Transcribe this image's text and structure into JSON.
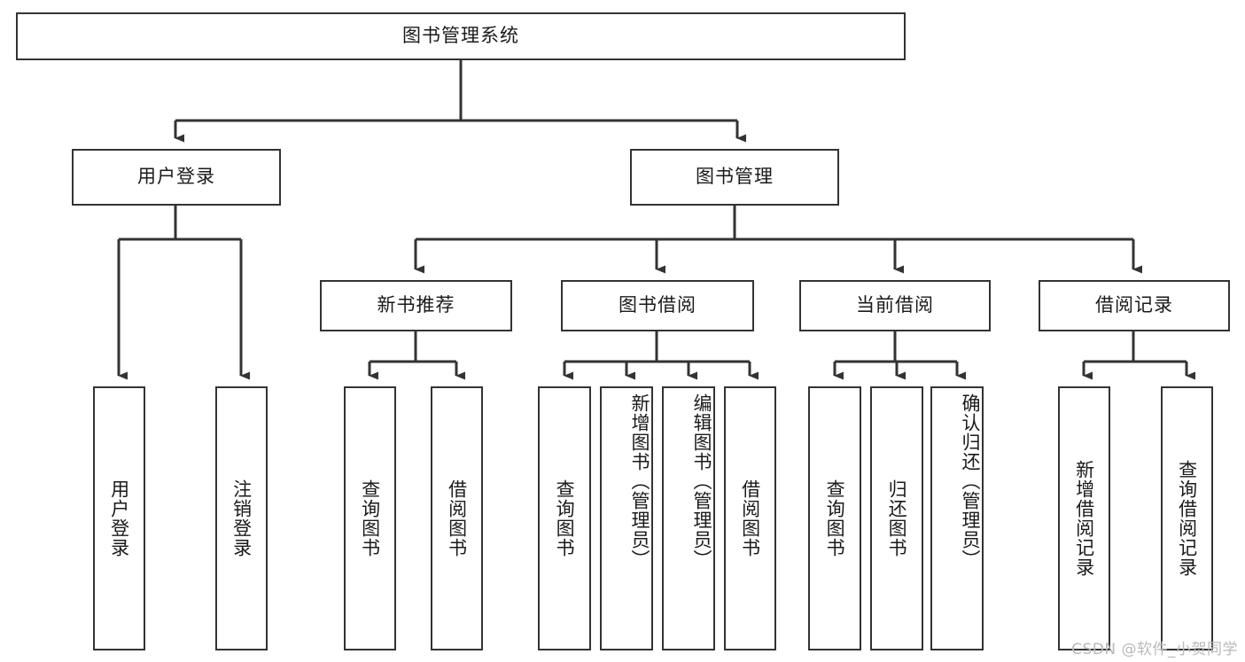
{
  "diagram": {
    "title": "图书管理系统",
    "type": "tree",
    "root": {
      "id": "root",
      "label": "图书管理系统"
    },
    "level2": [
      {
        "id": "user-login",
        "label": "用户登录"
      },
      {
        "id": "book-manage",
        "label": "图书管理"
      }
    ],
    "level3": [
      {
        "id": "new-book-recommend",
        "label": "新书推荐"
      },
      {
        "id": "book-borrow",
        "label": "图书借阅"
      },
      {
        "id": "current-borrow",
        "label": "当前借阅"
      },
      {
        "id": "borrow-record",
        "label": "借阅记录"
      }
    ],
    "leaves": {
      "user-login": [
        {
          "id": "leaf-user-login",
          "label": "用户登录"
        },
        {
          "id": "leaf-user-logout",
          "label": "注销登录"
        }
      ],
      "new-book-recommend": [
        {
          "id": "leaf-query-book-1",
          "label": "查询图书"
        },
        {
          "id": "leaf-borrow-book-1",
          "label": "借阅图书"
        }
      ],
      "book-borrow": [
        {
          "id": "leaf-query-book-2",
          "label": "查询图书"
        },
        {
          "id": "leaf-add-book",
          "label": "新增图书（管理员）"
        },
        {
          "id": "leaf-edit-book",
          "label": "编辑图书（管理员）"
        },
        {
          "id": "leaf-borrow-book-2",
          "label": "借阅图书"
        }
      ],
      "current-borrow": [
        {
          "id": "leaf-query-book-3",
          "label": "查询图书"
        },
        {
          "id": "leaf-return-book",
          "label": "归还图书"
        },
        {
          "id": "leaf-confirm-return",
          "label": "确认归还（管理员）"
        }
      ],
      "borrow-record": [
        {
          "id": "leaf-add-record",
          "label": "新增借阅记录"
        },
        {
          "id": "leaf-query-record",
          "label": "查询借阅记录"
        }
      ]
    },
    "colors": {
      "stroke": "#333333",
      "fill": "#ffffff",
      "text": "#1a1a1a",
      "watermark": "#b9b9b9"
    }
  },
  "watermark": {
    "text": "CSDN @软件_小贺同学"
  }
}
